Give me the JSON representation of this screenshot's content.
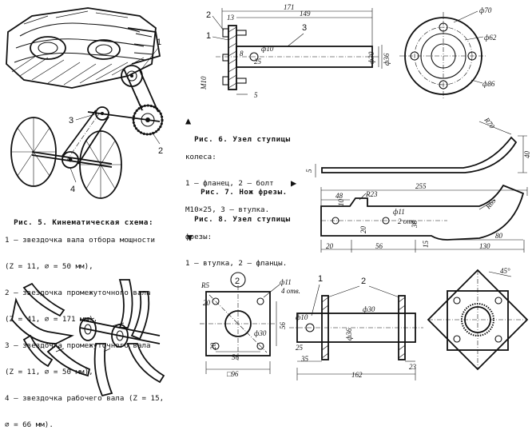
{
  "captions": {
    "fig5": {
      "title": "Рис. 5. Кинематическая схема:",
      "lines": [
        "1 — звездочка вала отбора мощности",
        "(Z = 11, ∅ = 50 мм),",
        "2 — звездочка промежуточного вала",
        "(Z = 41, ∅ = 171 мм),",
        "3 — звездочка промежуточного вала",
        "(Z = 11, ∅ = 50 мм),",
        "4 — звездочка рабочего вала (Z = 15,",
        "∅ = 66 мм)."
      ]
    },
    "fig6": {
      "title": "Рис. 6. Узел ступицы",
      "lines": [
        "колеса:",
        "1 — фланец, 2 — болт",
        "М10×25, 3 — втулка."
      ]
    },
    "fig7": {
      "title": "Рис. 7. Нож фрезы."
    },
    "fig8": {
      "title": "Рис. 8. Узел ступицы",
      "lines": [
        "фрезы:",
        "1 — втулка, 2 — фланцы."
      ]
    }
  },
  "markers": {
    "up": "▲",
    "right": "▶",
    "down": "▼"
  },
  "part_numbers": {
    "fig5": [
      "1",
      "2",
      "3",
      "4"
    ],
    "fig6": [
      "1",
      "2",
      "3"
    ],
    "fig8": [
      "1",
      "2"
    ],
    "flange": "2"
  },
  "dims": {
    "fig6": {
      "l171": "171",
      "l149": "149",
      "l13": "13",
      "d10": "ф10",
      "d25": "25",
      "d30": "ф30",
      "d36": "ф36",
      "d8": "8",
      "m10": "М10",
      "l5": "5"
    },
    "flange_round": {
      "d70": "ф70",
      "d62": "ф62",
      "d86": "ф86"
    },
    "knife": {
      "r70": "R70",
      "l40": "40",
      "l5": "5",
      "l255": "255",
      "l48": "48",
      "r23": "R23",
      "l10": "10",
      "d11": "ф11",
      "h2": "2 отв.",
      "r65": "R65",
      "l36": "36",
      "l20": "20",
      "l15": "15",
      "l80": "80",
      "l130": "130",
      "l20b": "20",
      "l56": "56"
    },
    "flange_sq": {
      "r5": "R5",
      "l20": "20",
      "d11": "ф11",
      "h4": "4 отв.",
      "d30": "ф30",
      "l56": "56",
      "l20b": "20",
      "l56b": "56",
      "l96": "□96"
    },
    "fig8": {
      "d30": "ф30",
      "d10": "ф10",
      "d36": "ф36",
      "d25": "25",
      "l35": "35",
      "l162": "162",
      "l23": "23"
    },
    "rot": {
      "a45": "45°"
    }
  }
}
